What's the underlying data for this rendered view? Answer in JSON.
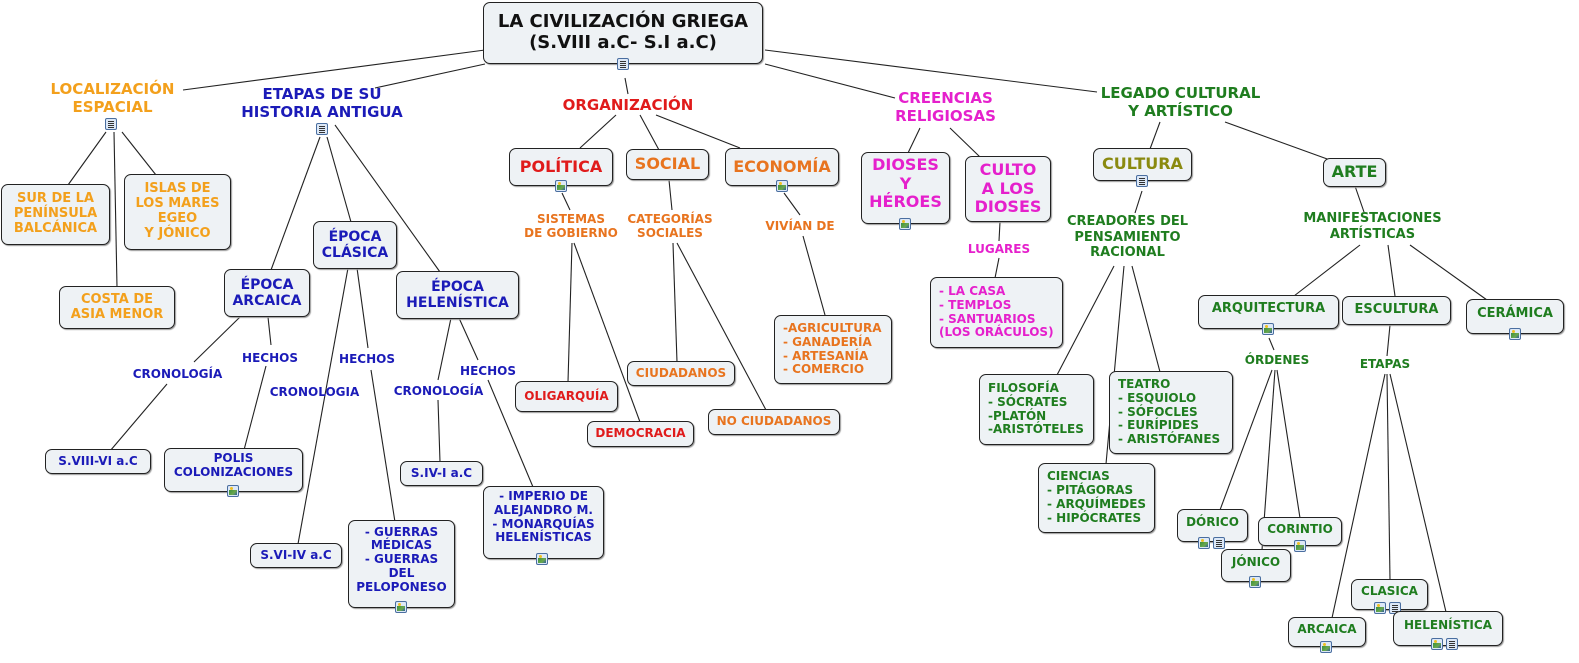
{
  "title": "LA CIVILIZACIÓN GRIEGA\n(S.VIII a.C- S.I a.C)",
  "branches": {
    "localizacion": "LOCALIZACIÓN\nESPACIAL",
    "etapas": "ETAPAS DE SU\nHISTORIA ANTIGUA",
    "organizacion": "ORGANIZACIÓN",
    "creencias": "CREENCIAS\nRELIGIOSAS",
    "legado": "LEGADO CULTURAL\nY ARTÍSTICO"
  },
  "localizacion": {
    "sur": "SUR DE LA\nPENÍNSULA\nBALCÁNICA",
    "costa": "COSTA DE\nASIA MENOR",
    "islas": "ISLAS DE\nLOS MARES\nEGEO\nY JÓNICO"
  },
  "etapas": {
    "arcaica": "ÉPOCA\nARCAICA",
    "clasica": "ÉPOCA\nCLÁSICA",
    "helenistica": "ÉPOCA\nHELENÍSTICA",
    "cronologia_arcaica": "CRONOLOGÍA",
    "hechos_arcaica": "HECHOS",
    "cronologia_clasica": "CRONOLOGIA",
    "hechos_clasica": "HECHOS",
    "cronologia_helen": "CRONOLOGÍA",
    "hechos_helen": "HECHOS",
    "s_viii": "S.VIII-VI a.C",
    "polis": "POLIS\nCOLONIZACIONES",
    "s_vi": "S.VI-IV a.C",
    "guerras": "- GUERRAS\nMÉDICAS\n- GUERRAS\nDEL\nPELOPONESO",
    "s_iv": "S.IV-I a.C",
    "imperio": "-  IMPERIO DE\nALEJANDRO M.\n- MONARQUÍAS\nHELENÍSTICAS"
  },
  "organizacion": {
    "politica": "POLÍTICA",
    "social": "SOCIAL",
    "economia": "ECONOMÍA",
    "sistemas": "SISTEMAS\nDE GOBIERNO",
    "categorias": "CATEGORÍAS\nSOCIALES",
    "vivian": "VIVÍAN DE",
    "oligarquia": "OLIGARQUÍA",
    "democracia": "DEMOCRACIA",
    "ciudadanos": "CIUDADANOS",
    "no_ciudadanos": "NO CIUDADANOS",
    "actividades": "-AGRICULTURA\n- GANADERÍA\n- ARTESANÍA\n- COMERCIO"
  },
  "creencias": {
    "dioses": "DIOSES\nY\nHÉROES",
    "culto": "CULTO\nA LOS\nDIOSES",
    "lugares": "LUGARES",
    "lugares_lista": "- LA CASA\n- TEMPLOS\n- SANTUARIOS\n(LOS ORÁCULOS)"
  },
  "legado": {
    "cultura": "CULTURA",
    "arte": "ARTE",
    "creadores": "CREADORES DEL\nPENSAMIENTO\nRACIONAL",
    "filosofia": "FILOSOFÍA\n- SÓCRATES\n-PLATÓN\n-ARISTÓTELES",
    "teatro": "TEATRO\n- ESQUIOLO\n- SÓFOCLES\n- EURÍPIDES\n- ARISTÓFANES",
    "ciencias": "CIENCIAS\n- PITÁGORAS\n- ARQUÍMEDES\n- HIPÓCRATES",
    "manifestaciones": "MANIFESTACIONES\nARTÍSTICAS",
    "arquitectura": "ARQUITECTURA",
    "escultura": "ESCULTURA",
    "ceramica": "CERÁMICA",
    "ordenes": "ÓRDENES",
    "etapas_esc": "ETAPAS",
    "dorico": "DÓRICO",
    "corintio": "CORINTIO",
    "jonico": "JÓNICO",
    "clasica": "CLASICA",
    "arcaica": "ARCAICA",
    "helenistica": "HELENÍSTICA"
  },
  "colors": {
    "orange": "#f3a01c",
    "blue": "#1b1bb8",
    "red": "#e01b1b",
    "dark_orange": "#e8741f",
    "magenta": "#e520cc",
    "green": "#1f7d1f",
    "olive": "#8a8a10"
  }
}
